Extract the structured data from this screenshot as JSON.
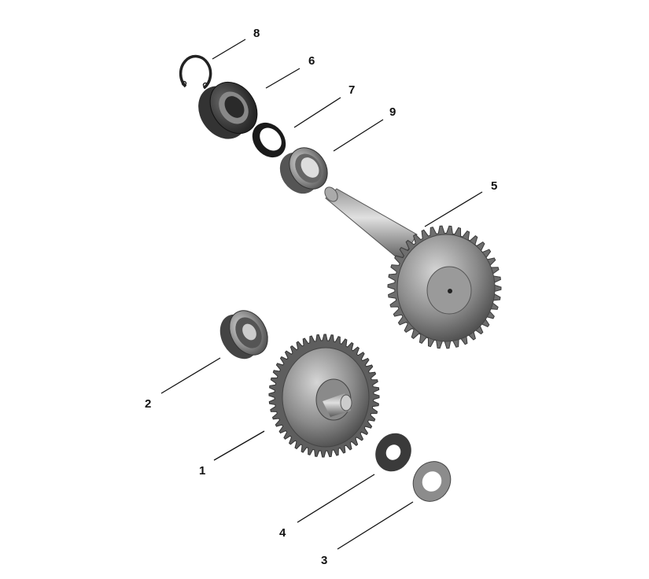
{
  "diagram": {
    "callouts": [
      {
        "id": "8",
        "text": "8"
      },
      {
        "id": "6",
        "text": "6"
      },
      {
        "id": "7",
        "text": "7"
      },
      {
        "id": "9",
        "text": "9"
      },
      {
        "id": "5",
        "text": "5"
      },
      {
        "id": "2",
        "text": "2"
      },
      {
        "id": "1",
        "text": "1"
      },
      {
        "id": "4",
        "text": "4"
      },
      {
        "id": "3",
        "text": "3"
      }
    ],
    "colors": {
      "metal_dark": "#3a3a3a",
      "metal_mid": "#7a7a7a",
      "metal_light": "#c8c8c8",
      "label": "#111111"
    }
  }
}
